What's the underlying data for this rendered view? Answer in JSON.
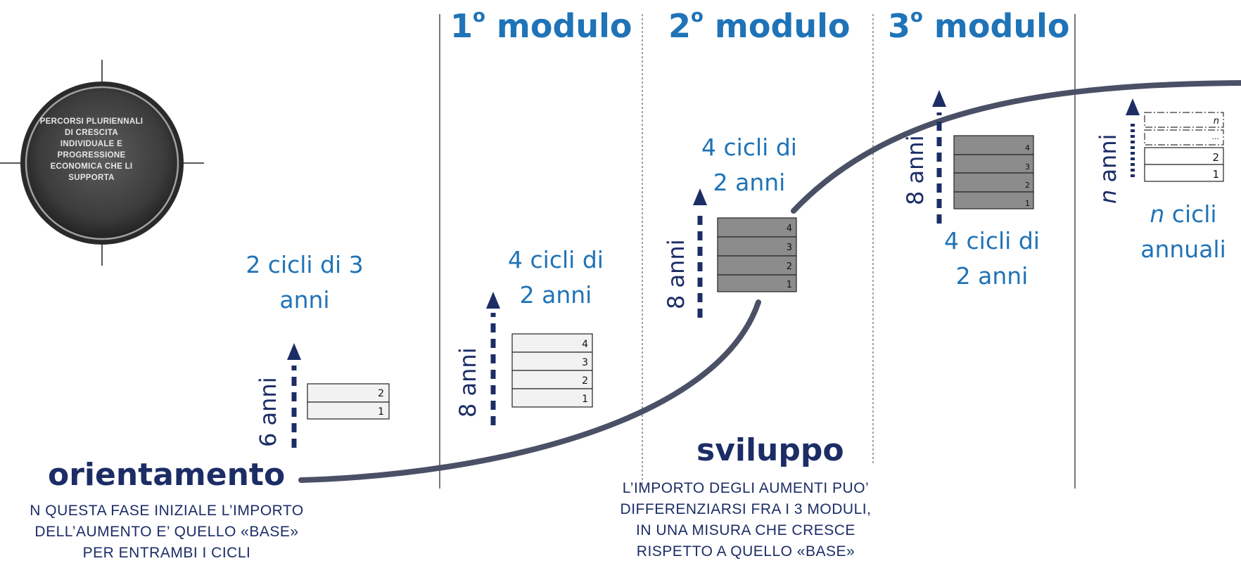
{
  "header": {
    "modules": [
      {
        "num": "1",
        "sup": "o",
        "label": "modulo"
      },
      {
        "num": "2",
        "sup": "o",
        "label": "modulo"
      },
      {
        "num": "3",
        "sup": "o",
        "label": "modulo"
      }
    ]
  },
  "badge": {
    "text": "PERCORSI PLURIENNALI DI CRESCITA INDIVIDUALE E PROGRESSIONE ECONOMICA CHE LI SUPPORTA"
  },
  "stages": [
    {
      "cycles_line1": "2 cicli di 3",
      "cycles_line2": "anni",
      "years": "6 anni",
      "boxes": [
        "2",
        "1"
      ]
    },
    {
      "cycles_line1": "4 cicli di",
      "cycles_line2": "2 anni",
      "years": "8 anni",
      "boxes": [
        "4",
        "3",
        "2",
        "1"
      ]
    },
    {
      "cycles_line1": "4 cicli di",
      "cycles_line2": "2 anni",
      "years": "8 anni",
      "boxes": [
        "4",
        "3",
        "2",
        "1"
      ]
    },
    {
      "cycles_line1": "4 cicli di",
      "cycles_line2": "2 anni",
      "years": "8 anni",
      "boxes": [
        "4",
        "3",
        "2",
        "1"
      ]
    },
    {
      "cycles_line1_italic": "n",
      "cycles_line1": " cicli",
      "cycles_line2": "annuali",
      "years_italic": "n",
      "years": " anni",
      "boxes": [
        "n",
        "...",
        "2",
        "1"
      ]
    }
  ],
  "phases": {
    "orientamento": {
      "title": "orientamento",
      "note": [
        "N QUESTA FASE INIZIALE L’IMPORTO",
        "DELL’AUMENTO E’ QUELLO «BASE»",
        "PER ENTRAMBI I CICLI"
      ]
    },
    "sviluppo": {
      "title": "sviluppo",
      "note": [
        "L’IMPORTO DEGLI AUMENTI PUO’",
        "DIFFERENZIARSI FRA I 3 MODULI,",
        "IN UNA MISURA CHE CRESCE",
        "RISPETTO A QUELLO «BASE»"
      ]
    }
  },
  "colors": {
    "accent": "#1f73b7",
    "navy": "#1c2d66",
    "curve": "#4a5166",
    "box_dark": "#8c8c8c",
    "box_light": "#f2f2f2"
  }
}
